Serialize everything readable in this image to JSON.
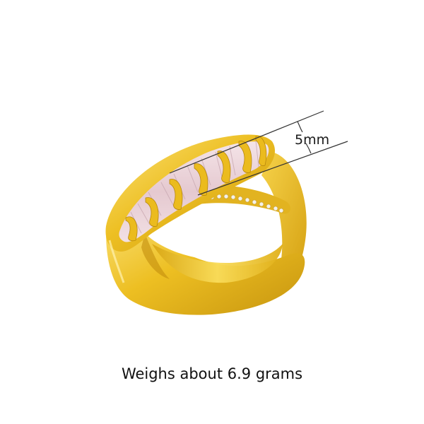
{
  "product": {
    "subject": "gold crossover ring with pink baguette stones",
    "colors": {
      "gold_light": "#F8D64E",
      "gold_mid": "#E9B81C",
      "gold_dark": "#B98A0C",
      "stone_pink": "#EED9DE",
      "stone_shadow": "#C9A9B2",
      "line": "#333333",
      "background": "#FFFFFF"
    }
  },
  "annotation": {
    "dimension_label": "5mm"
  },
  "caption": {
    "text": "Weighs about 6.9 grams"
  }
}
